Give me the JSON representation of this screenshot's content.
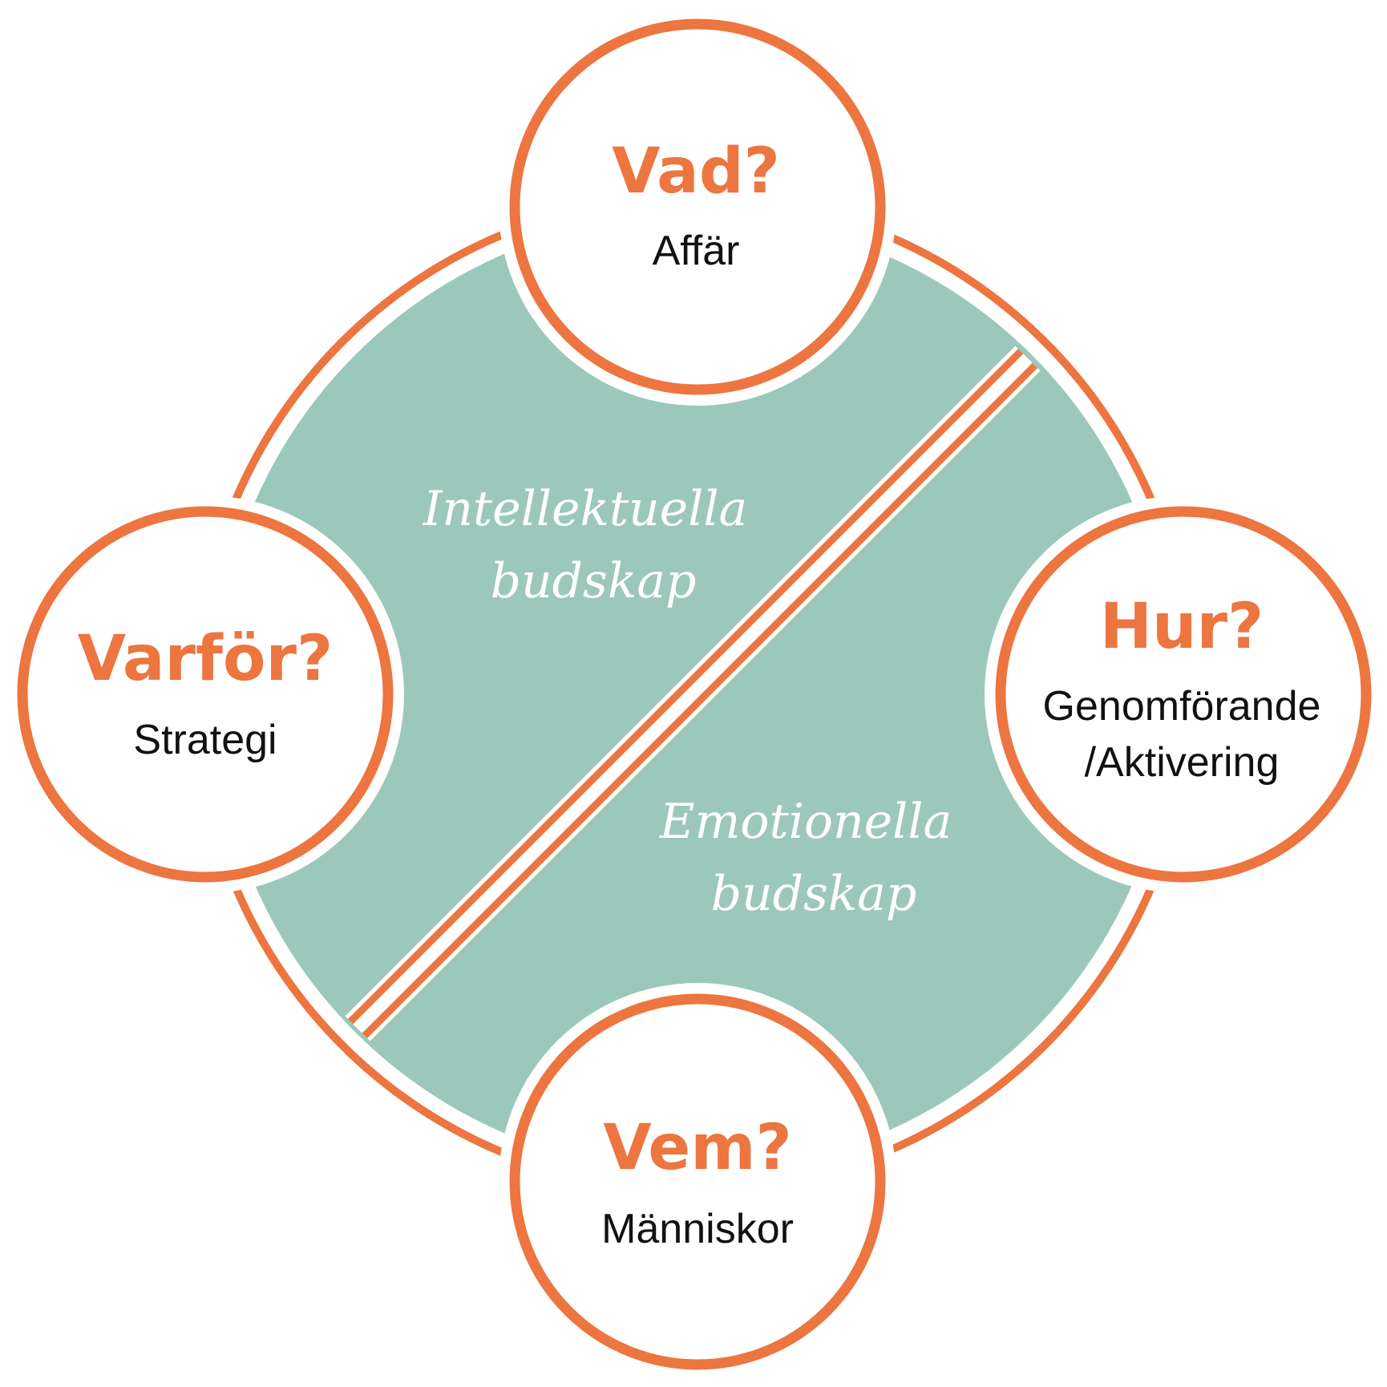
{
  "colors": {
    "accent": "#EC7540",
    "fill": "#9CC8BC",
    "text": "#111111",
    "background": "#FFFFFF"
  },
  "nodes": {
    "top": {
      "question": "Vad?",
      "label": "Affär"
    },
    "left": {
      "question": "Varför?",
      "label": "Strategi"
    },
    "right": {
      "question": "Hur?",
      "label_line1": "Genomförande",
      "label_line2": "/Aktivering"
    },
    "bottom": {
      "question": "Vem?",
      "label": "Människor"
    }
  },
  "messages": {
    "upper": {
      "line1": "Intellektuella",
      "line2": "budskap"
    },
    "lower": {
      "line1": "Emotionella",
      "line2": "budskap"
    }
  }
}
